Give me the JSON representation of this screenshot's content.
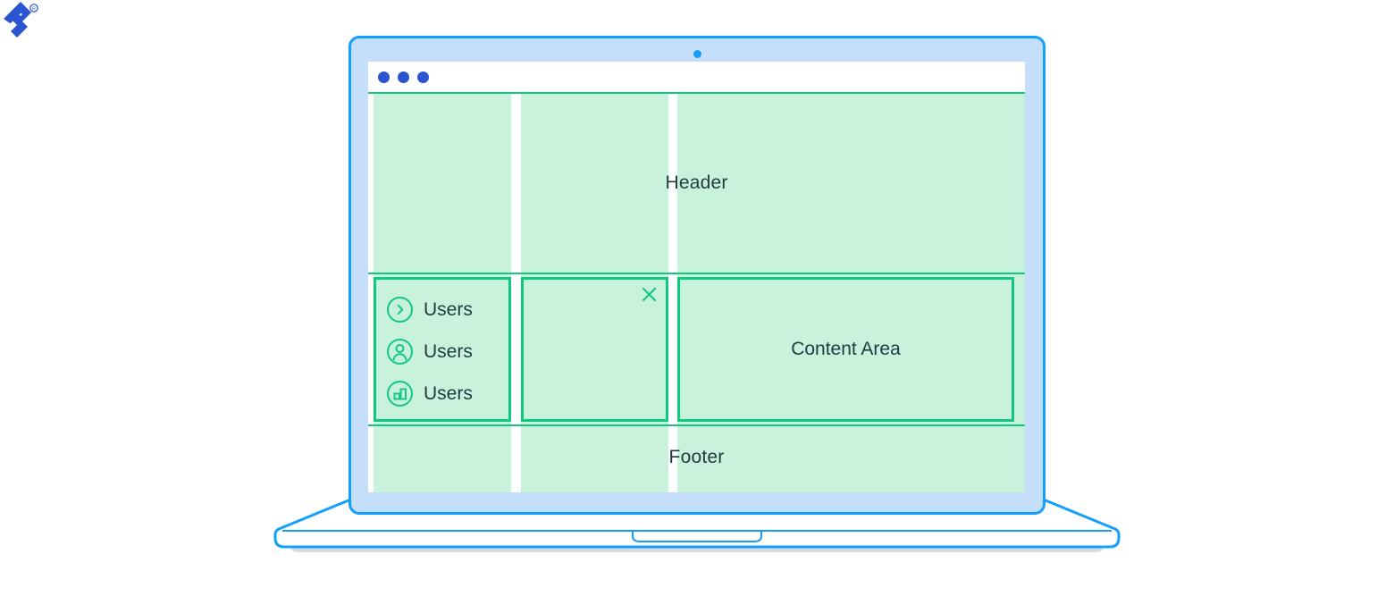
{
  "brand": {
    "logo_icon": "toptal-logo-icon",
    "registered_mark": "®"
  },
  "laptop": {
    "webcam_icon": "webcam-dot-icon",
    "frame_color": "#139ffb",
    "bezel_color": "#c5dffa",
    "shadow_color": "#d9dbdd"
  },
  "browser": {
    "traffic_lights": [
      {
        "name": "dot-1",
        "color": "#2b55d0"
      },
      {
        "name": "dot-2",
        "color": "#2b55d0"
      },
      {
        "name": "dot-3",
        "color": "#2b55d0"
      }
    ]
  },
  "wireframe": {
    "accent_color": "#10c97e",
    "fill_color": "#c9f2dd",
    "text_color": "#1f3b3d",
    "header": {
      "label": "Header"
    },
    "footer": {
      "label": "Footer"
    },
    "content": {
      "label": "Content Area"
    },
    "panel": {
      "close_icon": "close-x-icon"
    },
    "sidebar": {
      "items": [
        {
          "icon": "chevron-right-circle-icon",
          "label": "Users"
        },
        {
          "icon": "user-circle-icon",
          "label": "Users"
        },
        {
          "icon": "bar-chart-circle-icon",
          "label": "Users"
        }
      ]
    },
    "columns": [
      {
        "name": "column-1"
      },
      {
        "name": "column-2"
      },
      {
        "name": "column-3"
      }
    ]
  }
}
